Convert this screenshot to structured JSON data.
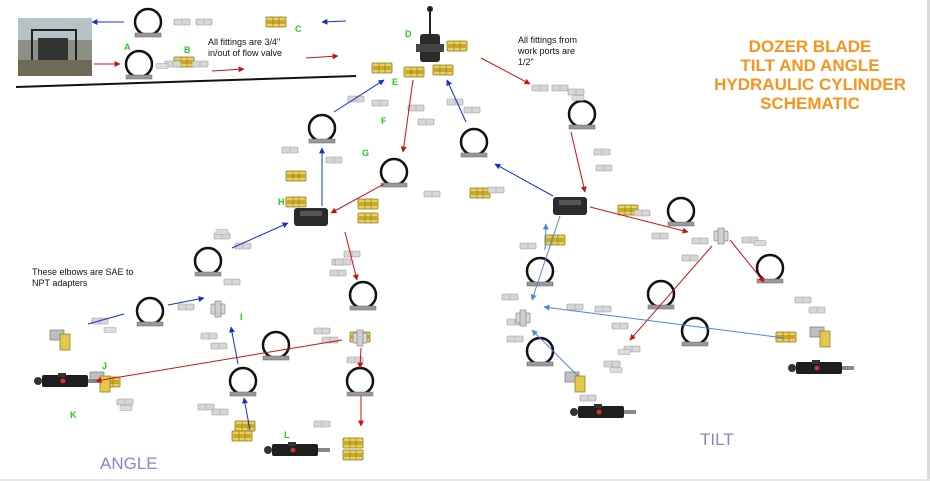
{
  "title_lines": [
    "DOZER BLADE",
    "TILT AND ANGLE",
    "HYDRAULIC CYLINDER",
    "SCHEMATIC"
  ],
  "notes": {
    "fittings_flow_valve": [
      "All fittings are 3/4\"",
      "in/out of flow valve"
    ],
    "fittings_work_ports": [
      "All fittings from",
      "work ports are",
      "1/2\""
    ],
    "elbows": [
      "These elbows are SAE to",
      "NPT adapters"
    ]
  },
  "labels": {
    "a": "A",
    "b": "B",
    "c": "C",
    "d": "D",
    "e": "E",
    "f": "F",
    "g": "G",
    "h": "H",
    "i": "I",
    "j": "J",
    "k": "K",
    "l": "L"
  },
  "sections": {
    "angle": "ANGLE",
    "tilt": "TILT"
  },
  "colors": {
    "title": "#f7941d",
    "letters": "#22cc22",
    "sections": "#8a84cc",
    "pressure_line": "#cc1111",
    "return_line": "#1133cc",
    "tilt_line": "#4f86d6"
  }
}
